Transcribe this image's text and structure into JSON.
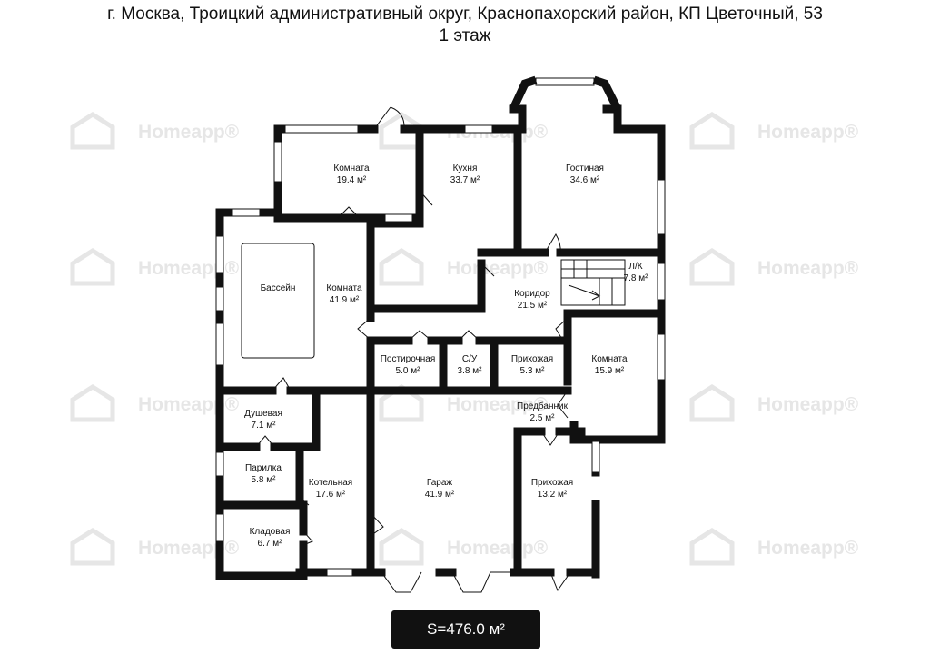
{
  "header": {
    "address": "г. Москва, Троицкий административный округ, Краснопахорский район, КП Цветочный, 53",
    "floor": "1 этаж"
  },
  "watermark": {
    "text": "Homeapp",
    "reg": "®"
  },
  "rooms": [
    {
      "name": "Комната",
      "area": "19.4 м²"
    },
    {
      "name": "Кухня",
      "area": "33.7 м²"
    },
    {
      "name": "Гостиная",
      "area": "34.6 м²"
    },
    {
      "name": "Бассейн",
      "area": ""
    },
    {
      "name": "Комната",
      "area": "41.9 м²"
    },
    {
      "name": "Л/К",
      "area": "7.8 м²"
    },
    {
      "name": "Коридор",
      "area": "21.5 м²"
    },
    {
      "name": "Постирочная",
      "area": "5.0 м²"
    },
    {
      "name": "С/У",
      "area": "3.8 м²"
    },
    {
      "name": "Прихожая",
      "area": "5.3 м²"
    },
    {
      "name": "Комната",
      "area": "15.9 м²"
    },
    {
      "name": "Предбанник",
      "area": "2.5 м²"
    },
    {
      "name": "Душевая",
      "area": "7.1 м²"
    },
    {
      "name": "Парилка",
      "area": "5.8 м²"
    },
    {
      "name": "Котельная",
      "area": "17.6 м²"
    },
    {
      "name": "Гараж",
      "area": "41.9 м²"
    },
    {
      "name": "Прихожая",
      "area": "13.2 м²"
    },
    {
      "name": "Кладовая",
      "area": "6.7 м²"
    }
  ],
  "total_area": "S=476.0 м²",
  "colors": {
    "wall": "#111111",
    "window": "#ffffff",
    "watermark": "#e6e6e6"
  }
}
